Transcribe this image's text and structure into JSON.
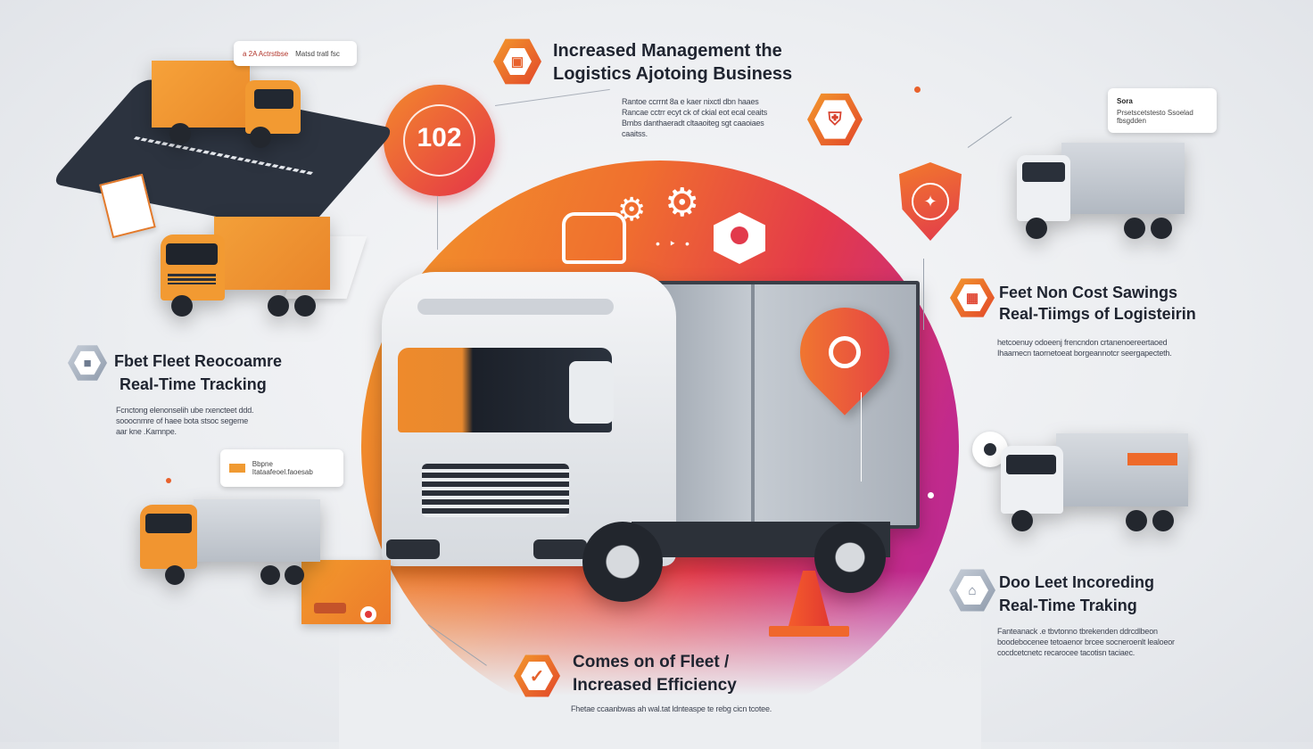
{
  "center": {
    "counter": "102"
  },
  "top": {
    "heading_line1": "Increased Management the",
    "heading_line2": "Logistics Ajotoing Business",
    "para": [
      "Rantoe ccrrnt 8a e kaer nixctl dbn haaes",
      "Rancae cctrr ecyt ck of ckial eot ecal ceaits",
      "Bmbs danthaeradt cltaaoiteg sgt caaoiaes",
      "caaitss."
    ],
    "colors": {
      "orange": "#f0892b",
      "red": "#e43a4a",
      "magenta": "#c42a8a"
    }
  },
  "left_card_top": {
    "left_text": "a 2A Actrstbse",
    "right_text": "Matsd tratl fsc"
  },
  "left_card_mid": {
    "text": "Bbpne Itataafeoel.faoesab"
  },
  "right_card_top": {
    "title": "Sora",
    "text": "Prsetscetstesto Ssoelad fbsgdden"
  },
  "left_section": {
    "heading_line1": "Fbet Fleet Reocoamre",
    "heading_line2": "Real-Time Tracking",
    "para": [
      "Fcnctong elenonselih ube rxencteet ddd.",
      "sooocnmre of haee bota stsoc segeme",
      "aar kne .Kamnpe."
    ]
  },
  "right_section1": {
    "heading_line1": "Feet Non Cost Sawings",
    "heading_line2": "Real-Tiimgs of Logisteirin",
    "para": [
      "hetcoenuy odoeenj frencndon crtanenoereertaoed",
      "Ihaamecn taornetoeat borgeannotcr seergapecteth."
    ]
  },
  "right_section2": {
    "heading_line1": "Doo Leet Incoreding",
    "heading_line2": "Real-Time Traking",
    "para": [
      "Fanteanack .e tbvtonno tbrekenden ddrcdlbeon",
      "boodebocenee tetoaenor brcee socneroenlt lealoeor",
      "cocdcetcnetc recarocee tacotisn taciaec."
    ]
  },
  "bottom_section": {
    "heading_line1": "Comes on of Fleet /",
    "heading_line2": "Increased Efficiency",
    "para": "Fhetae ccaanbwas ah wal.tat ldnteaspe te rebg cicn tcotee."
  },
  "icons": [
    "truck-icon",
    "gear-icon",
    "box-icon",
    "shield-icon",
    "location-pin-icon",
    "checkmark-icon",
    "warehouse-icon",
    "fleet-icon"
  ]
}
